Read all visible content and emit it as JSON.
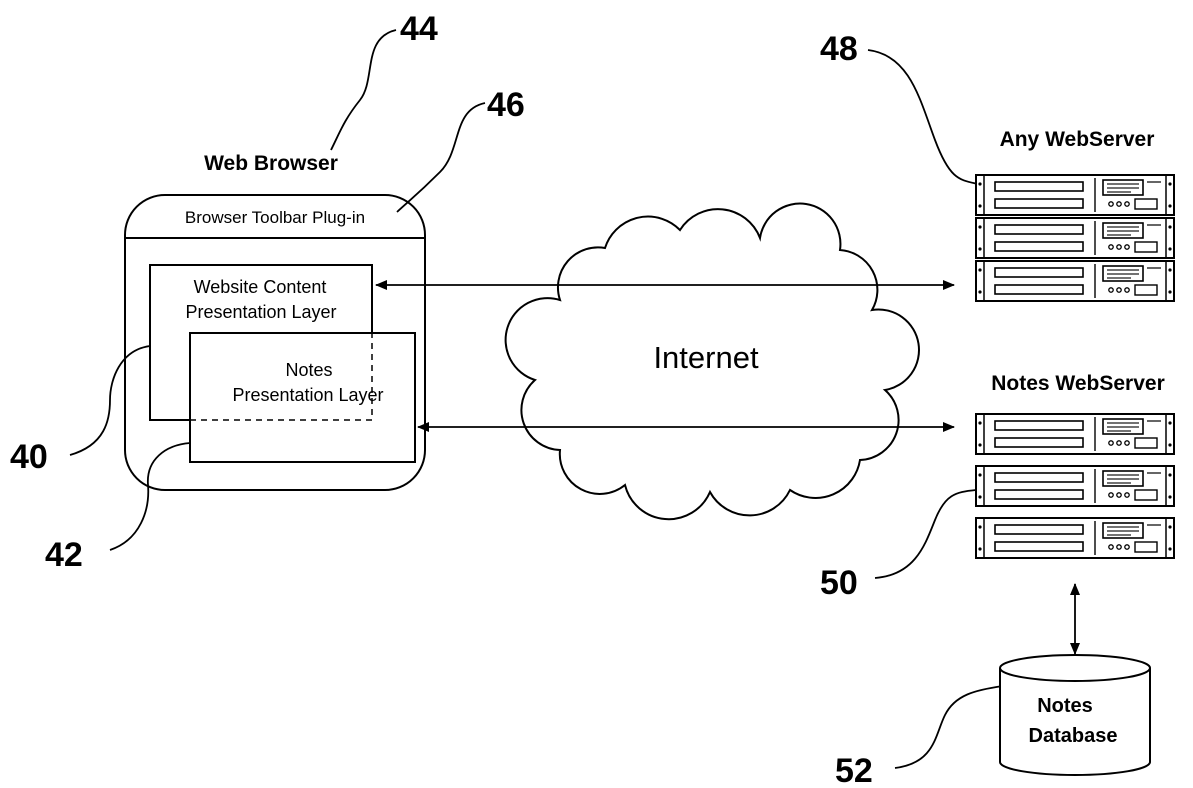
{
  "browser": {
    "title": "Web Browser",
    "toolbar": "Browser Toolbar Plug-in",
    "website_layer": [
      "Website Content",
      "Presentation Layer"
    ],
    "notes_layer": [
      "Notes",
      "Presentation Layer"
    ]
  },
  "network": {
    "label": "Internet"
  },
  "any_server": {
    "label": "Any WebServer"
  },
  "notes_server": {
    "label": "Notes WebServer"
  },
  "database": {
    "line1": "Notes",
    "line2": "Database"
  },
  "refs": {
    "browser": "44",
    "toolbar": "46",
    "any_server": "48",
    "website_layer": "40",
    "notes_layer": "42",
    "notes_server": "50",
    "database": "52"
  }
}
